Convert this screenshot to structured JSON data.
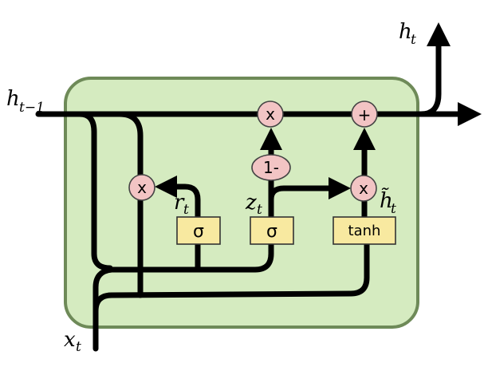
{
  "labels": {
    "h_prev": {
      "main": "h",
      "sub": "t−1"
    },
    "h_out": {
      "main": "h",
      "sub": "t"
    },
    "x_in": {
      "main": "x",
      "sub": "t"
    },
    "r": {
      "main": "r",
      "sub": "t"
    },
    "z": {
      "main": "z",
      "sub": "t"
    },
    "h_tilde": {
      "main": "h̃",
      "sub": "t"
    }
  },
  "operators": {
    "multiply_top": "x",
    "add_top": "+",
    "one_minus": "1-",
    "multiply_reset": "x",
    "multiply_candidate": "x"
  },
  "gates": {
    "reset_gate": "σ",
    "update_gate": "σ",
    "candidate_gate": "tanh"
  },
  "colors": {
    "cell_fill": "#d5ebc0",
    "cell_border": "#6e8a58",
    "operator_fill": "#f2c4c4",
    "gate_fill": "#f8e9a0",
    "wire": "#000000"
  }
}
